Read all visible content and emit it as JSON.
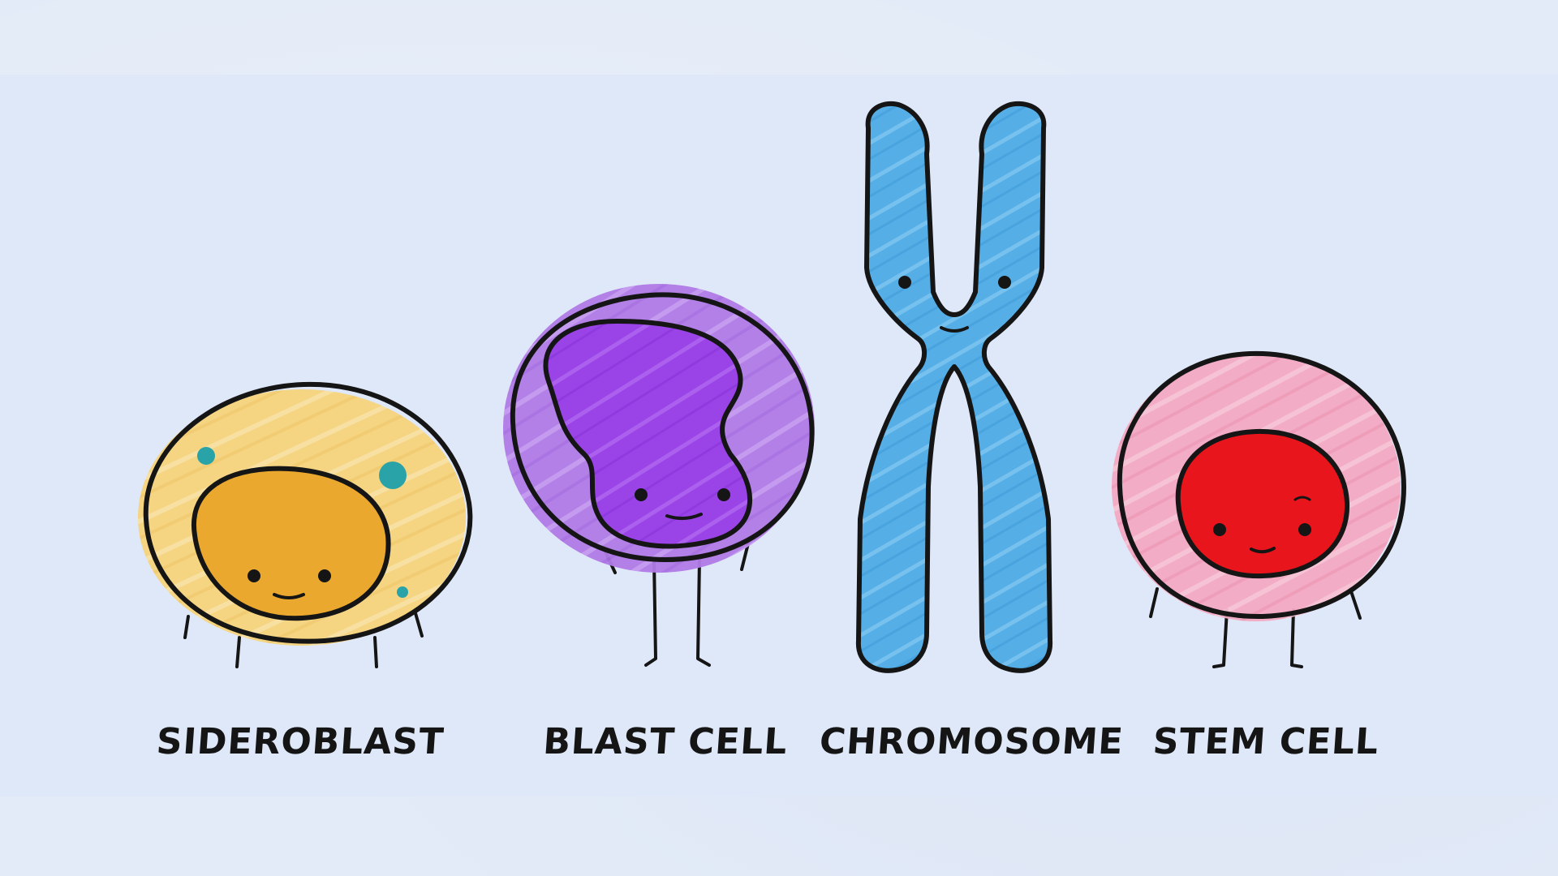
{
  "labels": {
    "sideroblast": "SIDEROBLAST",
    "blast_cell": "BLAST CELL",
    "chromosome": "CHROMOSOME",
    "stem_cell": "STEM CELL"
  },
  "colors": {
    "background": "#e3ebf8",
    "sideroblast_body": "#f6d37c",
    "sideroblast_nucleus": "#eaa82e",
    "sideroblast_granules": "#2aa3a8",
    "blast_body": "#b07be6",
    "blast_nucleus": "#9a44e8",
    "chromosome": "#55aee6",
    "stem_body": "#f4a9c2",
    "stem_nucleus": "#e8151c",
    "outline": "#151515"
  }
}
